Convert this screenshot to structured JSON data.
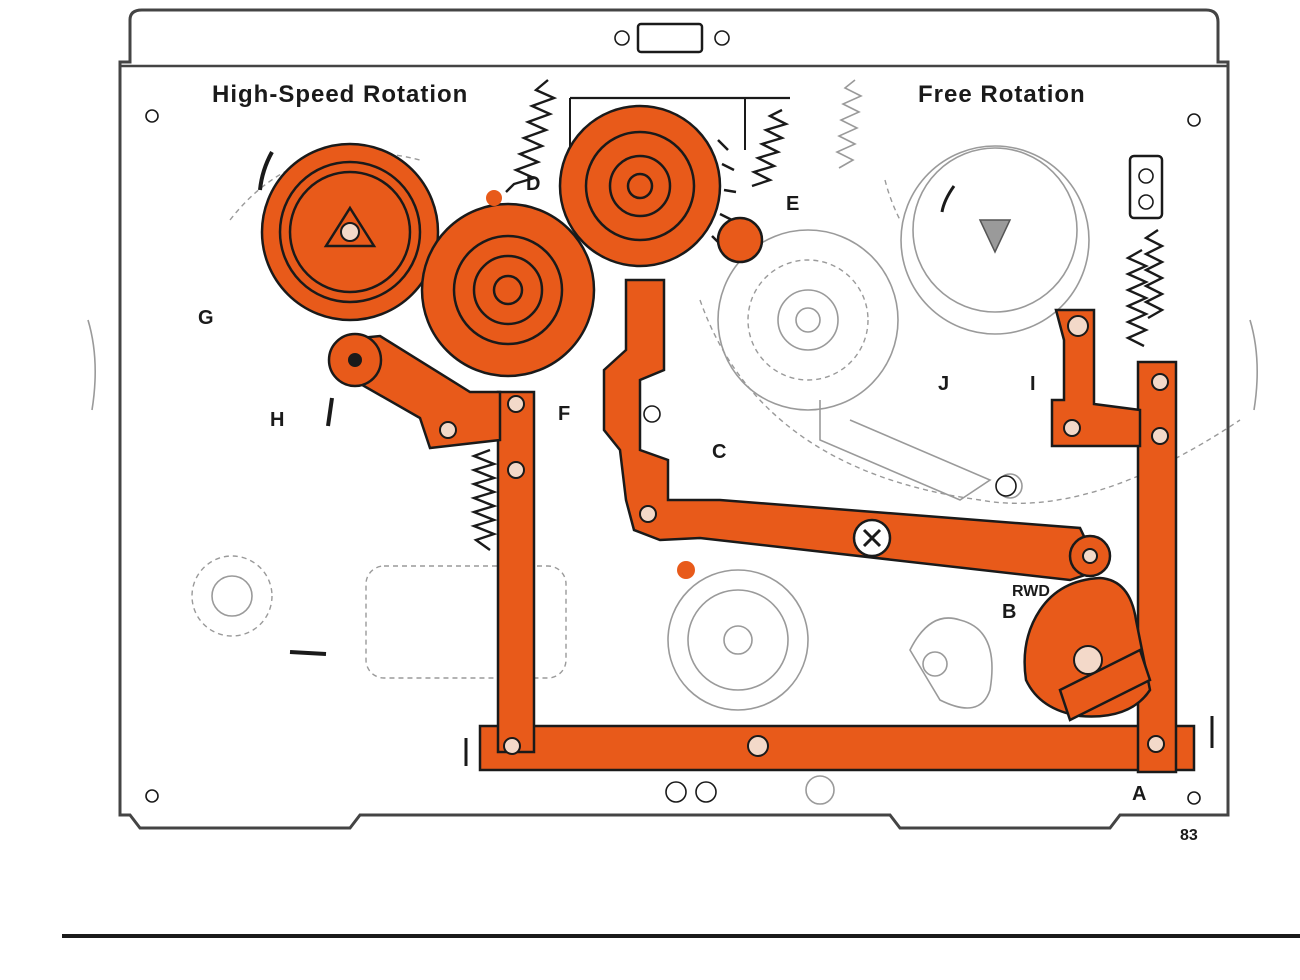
{
  "diagram": {
    "titles": {
      "left": "High-Speed Rotation",
      "right": "Free Rotation"
    },
    "parts": [
      "A",
      "B",
      "C",
      "D",
      "E",
      "F",
      "G",
      "H",
      "I",
      "J"
    ],
    "marker": "RWD",
    "colors": {
      "accent": "#e85a1a",
      "ink": "#1a1a1a",
      "ghost": "#9a9a9a",
      "frame": "#444444"
    }
  }
}
